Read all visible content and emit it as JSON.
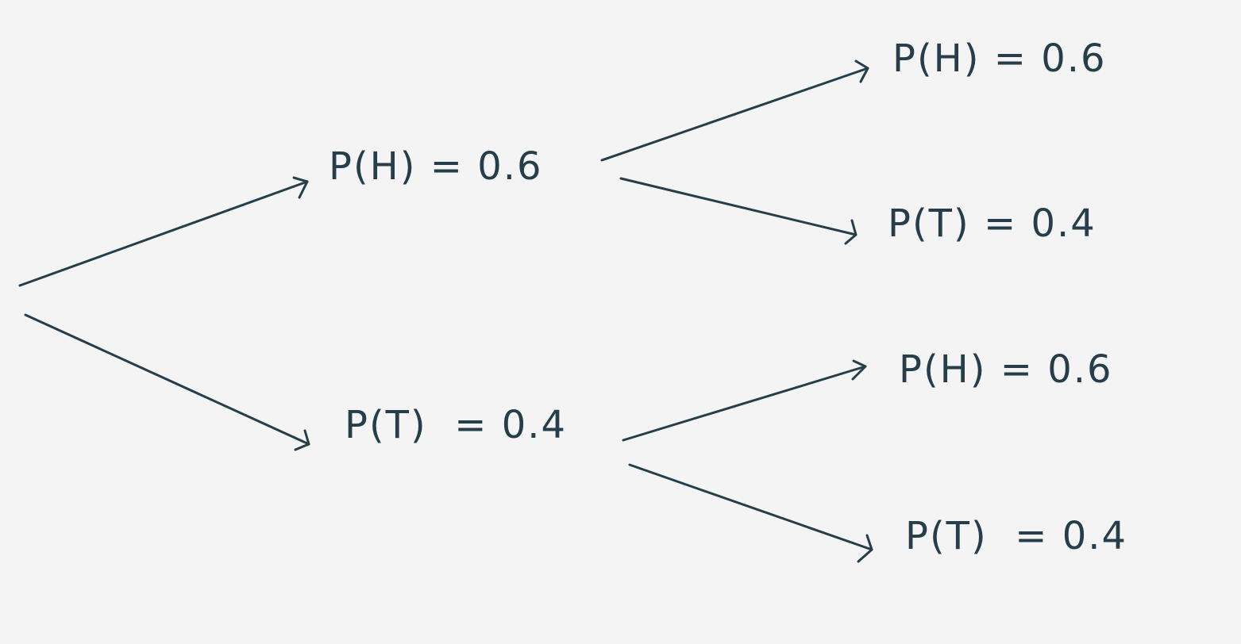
{
  "diagram": {
    "stroke_color": "#263d4a",
    "background_color": "#f4f4f4",
    "first_level": {
      "heads": {
        "label": "P(H) = 0.6"
      },
      "tails": {
        "label": "P(T)  = 0.4"
      }
    },
    "second_level": {
      "after_heads": {
        "heads": {
          "label": "P(H) = 0.6"
        },
        "tails": {
          "label": "P(T) = 0.4"
        }
      },
      "after_tails": {
        "heads": {
          "label": "P(H) = 0.6"
        },
        "tails": {
          "label": "P(T)  = 0.4"
        }
      }
    }
  }
}
